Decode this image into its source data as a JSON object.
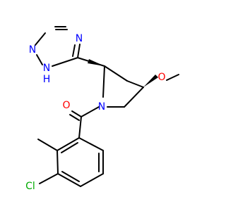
{
  "colors": {
    "background": "#ffffff",
    "bond": "#000000",
    "nitrogen": "#0000ff",
    "oxygen": "#ff0000",
    "chlorine": "#00aa00"
  },
  "atoms": {
    "triazole_n_top": "N",
    "triazole_n_left": "N",
    "triazole_nh": "N",
    "triazole_h": "H",
    "pyrrolidine_n": "N",
    "carbonyl_o": "O",
    "methoxy_o": "O",
    "chlorine": "Cl"
  }
}
